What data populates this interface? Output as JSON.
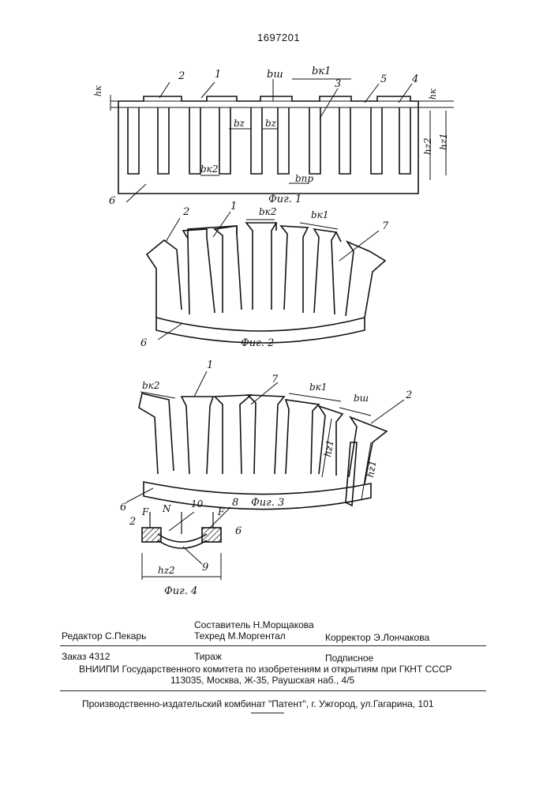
{
  "document": {
    "number": "1697201"
  },
  "figures": {
    "fig1": {
      "caption": "Фиг. 1",
      "labels": {
        "n1": "1",
        "n2": "2",
        "n3": "3",
        "n4": "4",
        "n5": "5",
        "n6": "6",
        "hk_left": "hк",
        "hk_right": "hк",
        "bsh": "bш",
        "bk1": "bк1",
        "bz1": "bz",
        "bz2": "bz",
        "bk2": "bк2",
        "bpr": "bпр",
        "hz2": "hz2",
        "hz1": "hz1"
      }
    },
    "fig2": {
      "caption": "Фиг. 2",
      "labels": {
        "n1": "1",
        "n2": "2",
        "n6": "6",
        "n7": "7",
        "bk2": "bк2",
        "bk1": "bк1"
      }
    },
    "fig3": {
      "caption": "Фиг. 3",
      "labels": {
        "n1": "1",
        "n2": "2",
        "n6": "6",
        "n7": "7",
        "bk2": "bк2",
        "bk1": "bк1",
        "bsh": "bш",
        "hz1a": "hz1",
        "hz1b": "hz1"
      }
    },
    "fig4": {
      "caption": "Фиг. 4",
      "labels": {
        "n2": "2",
        "n6": "6",
        "n8": "8",
        "n9": "9",
        "n10": "10",
        "F1": "F",
        "F2": "F",
        "N": "N",
        "hz2": "hz2"
      }
    }
  },
  "colophon": {
    "compiler": "Составитель Н.Морщакова",
    "editor": "Редактор  С.Пекарь",
    "techred": "Техред М.Моргентал",
    "corrector": "Корректор  Э.Лончакова",
    "order": "Заказ  4312",
    "circulation": "Тираж",
    "subscription": "Подписное",
    "institute": "ВНИИПИ Государственного комитета по изобретениям и открытиям при ГКНТ СССР",
    "address": "113035, Москва, Ж-35, Раушская наб., 4/5",
    "publisher": "Производственно-издательский комбинат \"Патент\", г. Ужгород, ул.Гагарина, 101"
  }
}
